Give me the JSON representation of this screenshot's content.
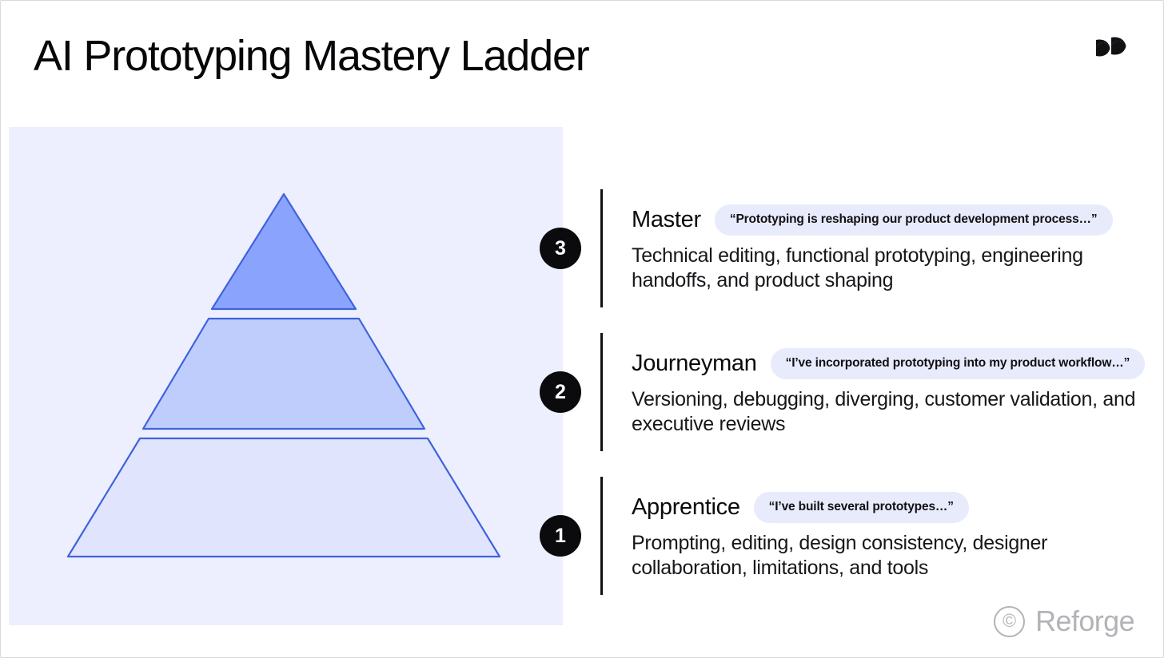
{
  "header": {
    "title": "AI Prototyping Mastery Ladder",
    "logo_icon": "reforge-logo-icon"
  },
  "pyramid": {
    "panel_bg": "#edeffe",
    "stroke_color": "#3f63dd",
    "tiers": [
      {
        "level": 3,
        "name": "Master",
        "fill": "#8aa4fd"
      },
      {
        "level": 2,
        "name": "Journeyman",
        "fill": "#bfcdfd"
      },
      {
        "level": 1,
        "name": "Apprentice",
        "fill": "#e0e5fd"
      }
    ]
  },
  "levels": [
    {
      "number": "3",
      "name": "Master",
      "quote": "“Prototyping is reshaping our product development process…”",
      "description": "Technical editing, functional prototyping, engineering handoffs, and product shaping"
    },
    {
      "number": "2",
      "name": "Journeyman",
      "quote": "“I’ve incorporated prototyping into my product workflow…”",
      "description": "Versioning, debugging, diverging, customer validation, and executive reviews"
    },
    {
      "number": "1",
      "name": "Apprentice",
      "quote": "“I’ve built several prototypes…”",
      "description": "Prompting, editing, design consistency, designer collaboration, limitations, and tools"
    }
  ],
  "footer": {
    "copyright_symbol": "©",
    "brand": "Reforge"
  },
  "colors": {
    "badge_bg": "#0b0b0d",
    "badge_text": "#ffffff",
    "quote_pill_bg": "#e8ebfb",
    "panel_bg": "#edeffe",
    "watermark": "#b3b3b8"
  }
}
